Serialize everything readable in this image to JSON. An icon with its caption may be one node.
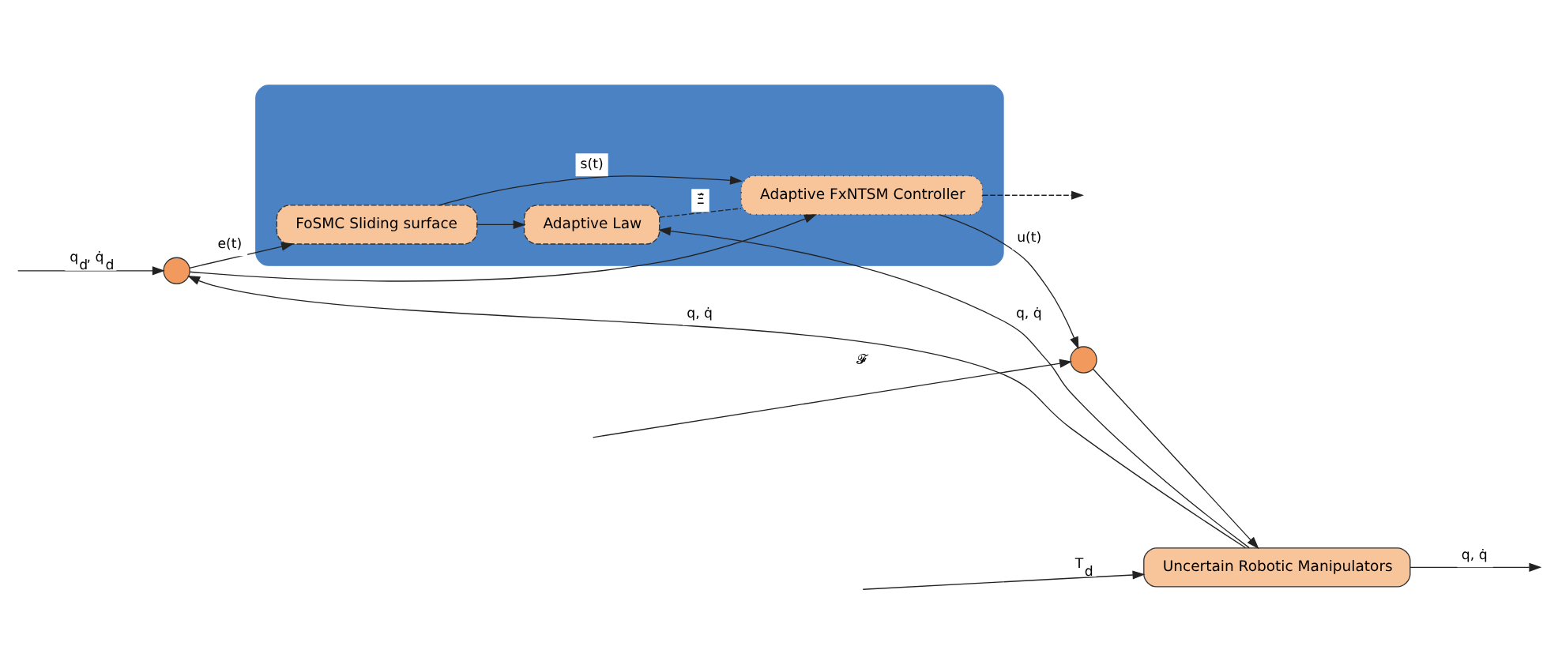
{
  "diagram": {
    "nodes": [
      {
        "text": [],
        "shape": "box"
      },
      {
        "text": [],
        "shape": "circle"
      },
      {
        "text": [
          "FoSMC Sliding surface"
        ],
        "in": 0
      },
      {
        "text": [
          "Adaptive Law"
        ],
        "in": 0
      },
      {
        "text": [
          "Adaptive FxNTSM Controller"
        ],
        "in": 0
      },
      {
        "text": [],
        "shape": "circle"
      },
      {
        "text": [
          "Uncertain Robotic Manipulators"
        ]
      }
    ],
    "edges": [
      {
        "from": null,
        "to": 1,
        "arrow": "to",
        "label": "q$_{d}$, q̇$_{d}$"
      },
      {
        "from": 1,
        "to": 2,
        "arrow": "to",
        "label": "e(t)"
      },
      {
        "from": 1,
        "to": 4,
        "arrow": "to"
      },
      {
        "from": 2,
        "to": 4,
        "arrow": "to",
        "label": "s(t)"
      },
      {
        "from": 2,
        "to": 3,
        "arrow": "to"
      },
      {
        "from": 3,
        "to": 4,
        "arrow": "none",
        "style": "dashed",
        "label": "Ξ̂"
      },
      {
        "from": 4,
        "to": null,
        "arrow": "to",
        "style": "dashed"
      },
      {
        "from": 4,
        "to": 5,
        "arrow": "to",
        "label": "u(t)"
      },
      {
        "from": null,
        "to": 5,
        "arrow": "to",
        "label": "𝓕"
      },
      {
        "from": 5,
        "to": 6,
        "arrow": "to"
      },
      {
        "from": null,
        "to": 6,
        "arrow": "to",
        "label": "T$_{d}$"
      },
      {
        "from": 6,
        "to": null,
        "arrow": "to",
        "label": "q, q̇"
      },
      {
        "from": 6,
        "to": 3,
        "arrow": "to",
        "label": "q, q̇"
      },
      {
        "from": 6,
        "to": 1,
        "arrow": "to",
        "label": "q, q̇"
      }
    ]
  }
}
